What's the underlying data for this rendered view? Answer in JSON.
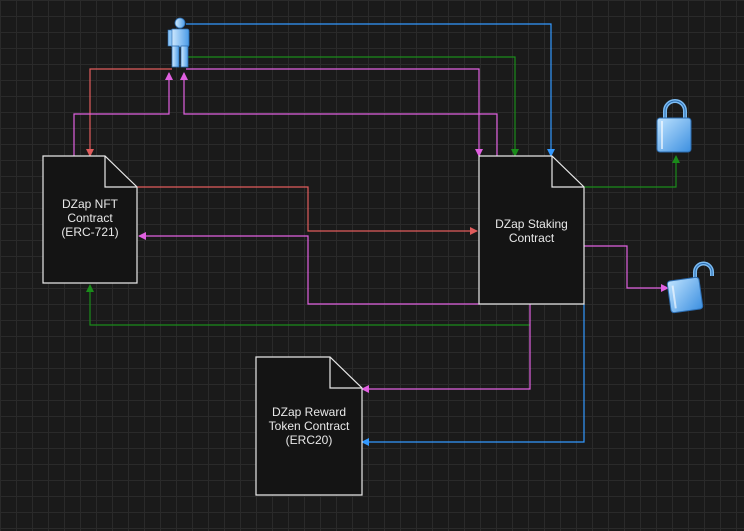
{
  "diagram": {
    "nft_contract": {
      "lines": [
        "DZap NFT",
        "Contract",
        "(ERC-721)"
      ]
    },
    "staking_contract": {
      "lines": [
        "DZap Staking",
        "Contract"
      ]
    },
    "reward_contract": {
      "lines": [
        "DZap Reward",
        "Token Contract",
        "(ERC20)"
      ]
    },
    "actor": {
      "icon": "user-icon"
    },
    "locked_icon": {
      "icon": "lock-closed-icon"
    },
    "unlocked_icon": {
      "icon": "lock-open-icon"
    },
    "colors": {
      "background": "#1a1a1a",
      "grid": "#2a2a2a",
      "red": "#e05c5c",
      "magenta": "#e060e0",
      "green": "#1a8c1a",
      "blue": "#3399ff",
      "doc_fill": "#141414",
      "doc_stroke": "#e8e8e8"
    }
  }
}
